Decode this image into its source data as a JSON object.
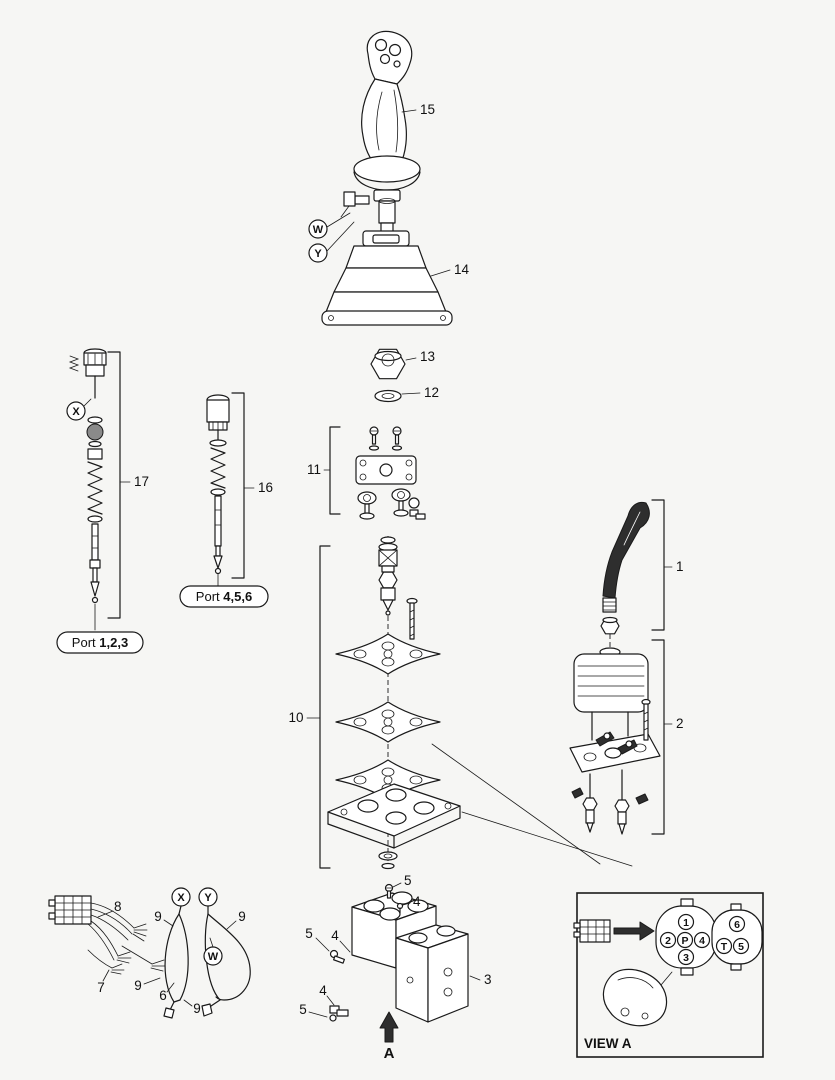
{
  "diagram": {
    "background_color": "#f6f6f4",
    "line_color": "#1a1a1a",
    "callouts": {
      "c1": "1",
      "c2": "2",
      "c3": "3",
      "c4": "4",
      "c5": "5",
      "c6": "6",
      "c7": "7",
      "c8": "8",
      "c9": "9",
      "c10": "10",
      "c11": "11",
      "c12": "12",
      "c13": "13",
      "c14": "14",
      "c15": "15",
      "c16": "16",
      "c17": "17"
    },
    "signals": {
      "w": "W",
      "x": "X",
      "y": "Y"
    },
    "ports": {
      "group_123": {
        "prefix": "Port ",
        "numbers": "1,2,3"
      },
      "group_456": {
        "prefix": "Port ",
        "numbers": "4,5,6"
      }
    },
    "view_a": {
      "title": "VIEW A",
      "pins_left": [
        "1",
        "2",
        "P",
        "4",
        "3"
      ],
      "pins_right": [
        "6",
        "T",
        "5"
      ]
    },
    "section_arrow_label": "A"
  }
}
